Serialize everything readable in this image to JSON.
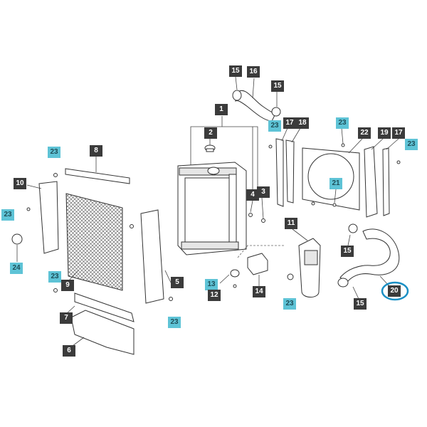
{
  "labels": [
    {
      "id": "l15a",
      "text": "15",
      "style": "dark"
    },
    {
      "id": "l16",
      "text": "16",
      "style": "dark"
    },
    {
      "id": "l15b",
      "text": "15",
      "style": "dark"
    },
    {
      "id": "l1",
      "text": "1",
      "style": "dark"
    },
    {
      "id": "l2",
      "text": "2",
      "style": "dark"
    },
    {
      "id": "l23a",
      "text": "23",
      "style": "cyan"
    },
    {
      "id": "l17a",
      "text": "17",
      "style": "dark"
    },
    {
      "id": "l18",
      "text": "18",
      "style": "dark"
    },
    {
      "id": "l23b",
      "text": "23",
      "style": "cyan"
    },
    {
      "id": "l22",
      "text": "22",
      "style": "dark"
    },
    {
      "id": "l19",
      "text": "19",
      "style": "dark"
    },
    {
      "id": "l17b",
      "text": "17",
      "style": "dark"
    },
    {
      "id": "l23c",
      "text": "23",
      "style": "cyan"
    },
    {
      "id": "l23d",
      "text": "23",
      "style": "cyan"
    },
    {
      "id": "l8",
      "text": "8",
      "style": "dark"
    },
    {
      "id": "l10",
      "text": "10",
      "style": "dark"
    },
    {
      "id": "l23e",
      "text": "23",
      "style": "cyan"
    },
    {
      "id": "l21",
      "text": "21",
      "style": "cyan"
    },
    {
      "id": "l4",
      "text": "4",
      "style": "dark"
    },
    {
      "id": "l3",
      "text": "3",
      "style": "dark"
    },
    {
      "id": "l11",
      "text": "11",
      "style": "dark"
    },
    {
      "id": "l15c",
      "text": "15",
      "style": "dark"
    },
    {
      "id": "l24",
      "text": "24",
      "style": "cyan"
    },
    {
      "id": "l23f",
      "text": "23",
      "style": "cyan"
    },
    {
      "id": "l9",
      "text": "9",
      "style": "dark"
    },
    {
      "id": "l5",
      "text": "5",
      "style": "dark"
    },
    {
      "id": "l13",
      "text": "13",
      "style": "cyan"
    },
    {
      "id": "l12",
      "text": "12",
      "style": "dark"
    },
    {
      "id": "l14",
      "text": "14",
      "style": "dark"
    },
    {
      "id": "l23g",
      "text": "23",
      "style": "cyan"
    },
    {
      "id": "l20",
      "text": "20",
      "style": "dark"
    },
    {
      "id": "l15d",
      "text": "15",
      "style": "dark"
    },
    {
      "id": "l7",
      "text": "7",
      "style": "dark"
    },
    {
      "id": "l23h",
      "text": "23",
      "style": "cyan"
    },
    {
      "id": "l6",
      "text": "6",
      "style": "dark"
    }
  ],
  "colors": {
    "dark_label": "#3b3b3b",
    "cyan_label": "#5ec3d6",
    "highlight_ring": "#1a8fc4",
    "line": "#333333"
  },
  "highlighted_part": "20"
}
